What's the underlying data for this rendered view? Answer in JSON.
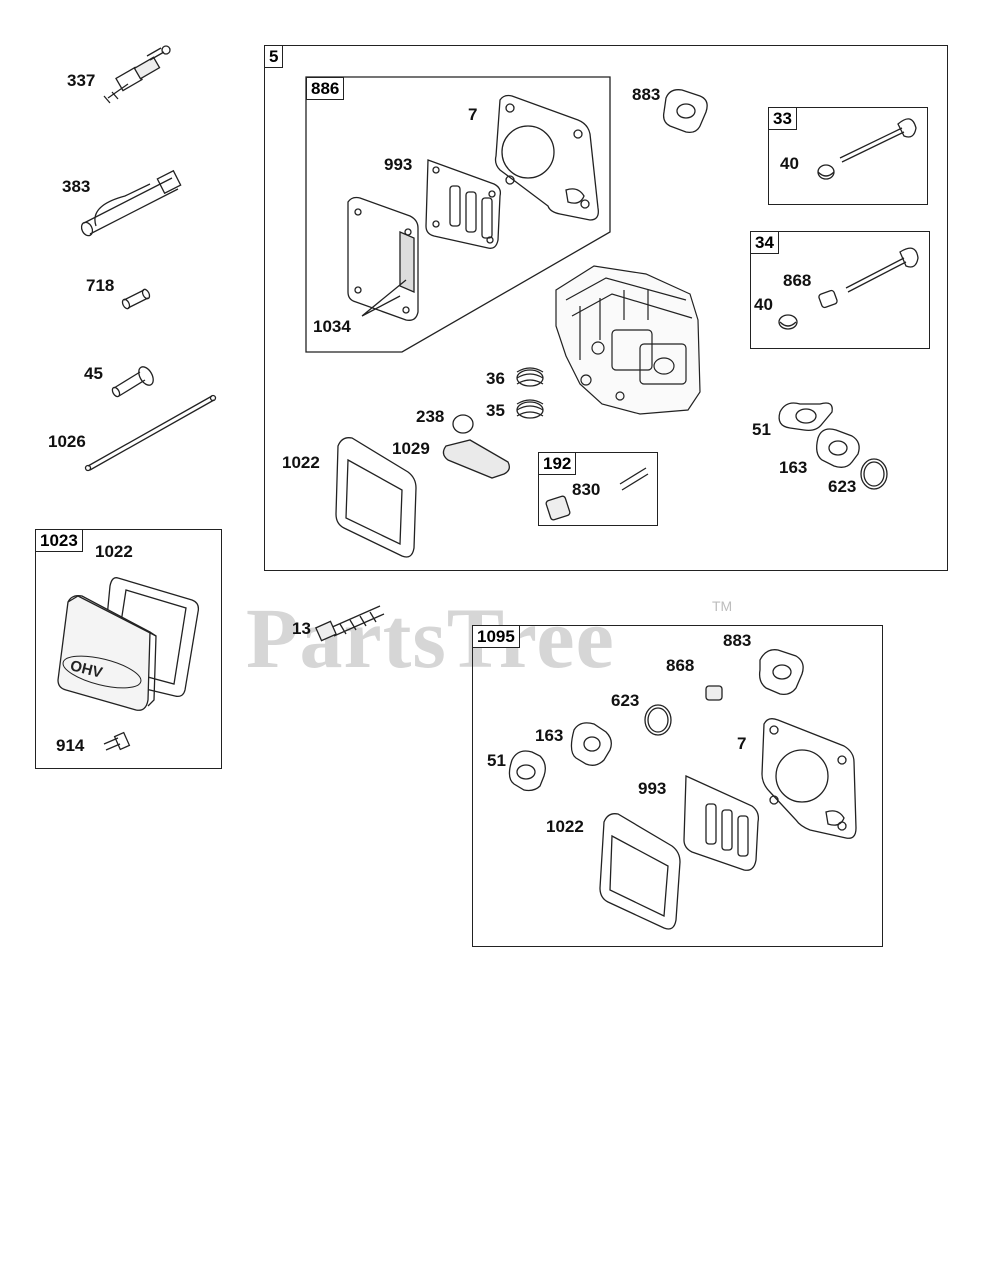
{
  "watermark": {
    "brand": "PartsTree",
    "tm": "TM"
  },
  "left_column": {
    "labels": {
      "p337": "337",
      "p383": "383",
      "p718": "718",
      "p45": "45",
      "p1026": "1026"
    }
  },
  "kit_1023": {
    "tag": "1023",
    "labels": {
      "p1022": "1022",
      "p914": "914"
    },
    "cover_text": "OHV"
  },
  "kit_5": {
    "tag": "5",
    "labels": {
      "p883": "883",
      "p36": "36",
      "p35": "35",
      "p238": "238",
      "p1029": "1029",
      "p1022": "1022",
      "p51": "51",
      "p163": "163",
      "p623": "623"
    },
    "kit_886": {
      "tag": "886",
      "labels": {
        "p7": "7",
        "p993": "993",
        "p1034": "1034"
      }
    },
    "kit_33": {
      "tag": "33",
      "labels": {
        "p40": "40"
      }
    },
    "kit_34": {
      "tag": "34",
      "labels": {
        "p868": "868",
        "p40": "40"
      }
    },
    "kit_192": {
      "tag": "192",
      "labels": {
        "p830": "830"
      }
    }
  },
  "part_13": {
    "label": "13"
  },
  "kit_1095": {
    "tag": "1095",
    "labels": {
      "p883": "883",
      "p868": "868",
      "p623": "623",
      "p163": "163",
      "p7": "7",
      "p51": "51",
      "p993": "993",
      "p1022": "1022"
    }
  }
}
